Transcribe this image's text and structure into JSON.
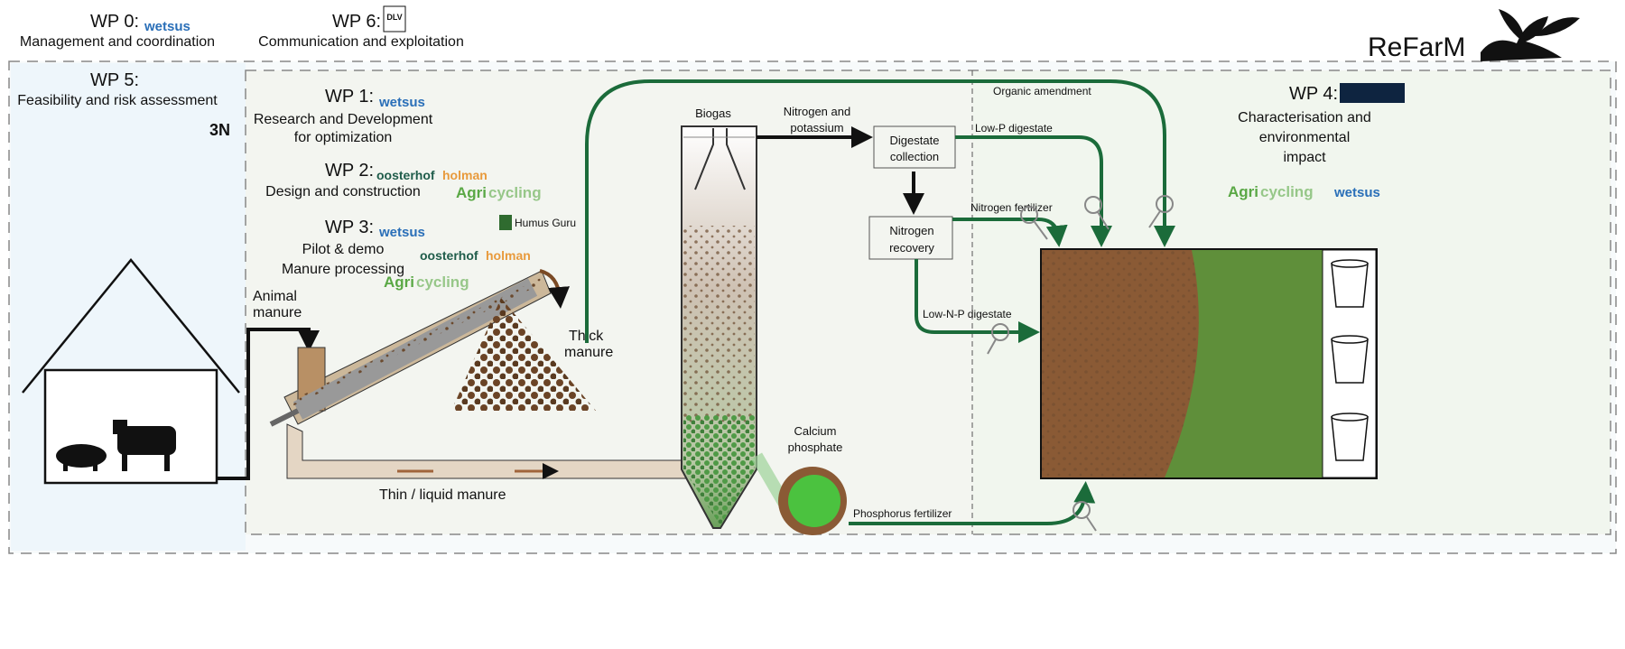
{
  "header": {
    "wp0": {
      "label": "WP 0:",
      "title": "Management and coordination",
      "logo": "wetsus"
    },
    "wp6": {
      "label": "WP 6:",
      "title": "Communication and exploitation",
      "logo": "DLV"
    },
    "brand": "ReFarM"
  },
  "wp5": {
    "label": "WP 5:",
    "title": "Feasibility and risk assessment",
    "logo": "3N"
  },
  "wp1": {
    "label": "WP 1:",
    "title_line1": "Research and Development",
    "title_line2": "for optimization",
    "logo": "wetsus"
  },
  "wp2": {
    "label": "WP 2:",
    "title": "Design and construction",
    "logo1_a": "oosterhof",
    "logo1_b": "holman",
    "logo2_a": "Agri",
    "logo2_b": "cycling"
  },
  "wp3": {
    "label": "WP 3:",
    "title_line1": "Pilot & demo",
    "title_line2": "Manure processing",
    "logo": "wetsus",
    "humus": "Humus Guru"
  },
  "wp4": {
    "label": "WP 4:",
    "title_line1": "Characterisation and",
    "title_line2": "environmental",
    "title_line3": "impact"
  },
  "process": {
    "animal_manure_1": "Animal",
    "animal_manure_2": "manure",
    "thick_manure_1": "Thick",
    "thick_manure_2": "manure",
    "thin_manure": "Thin / liquid manure",
    "biogas": "Biogas",
    "np_1": "Nitrogen and",
    "np_2": "potassium",
    "digestate_1": "Digestate",
    "digestate_2": "collection",
    "nrec_1": "Nitrogen",
    "nrec_2": "recovery",
    "calcium_1": "Calcium",
    "calcium_2": "phosphate",
    "organic_amendment": "Organic amendment",
    "low_p": "Low-P digestate",
    "nitrogen_fertilizer": "Nitrogen fertilizer",
    "low_np": "Low-N-P digestate",
    "phosphorus_fertilizer": "Phosphorus fertilizer"
  },
  "colors": {
    "flow_green": "#1b6b3a",
    "soil": "#8a5a35",
    "grass": "#5f8f3a",
    "wp5_bg": "#eef6fb",
    "inner_bg": "#f3f5f0"
  }
}
